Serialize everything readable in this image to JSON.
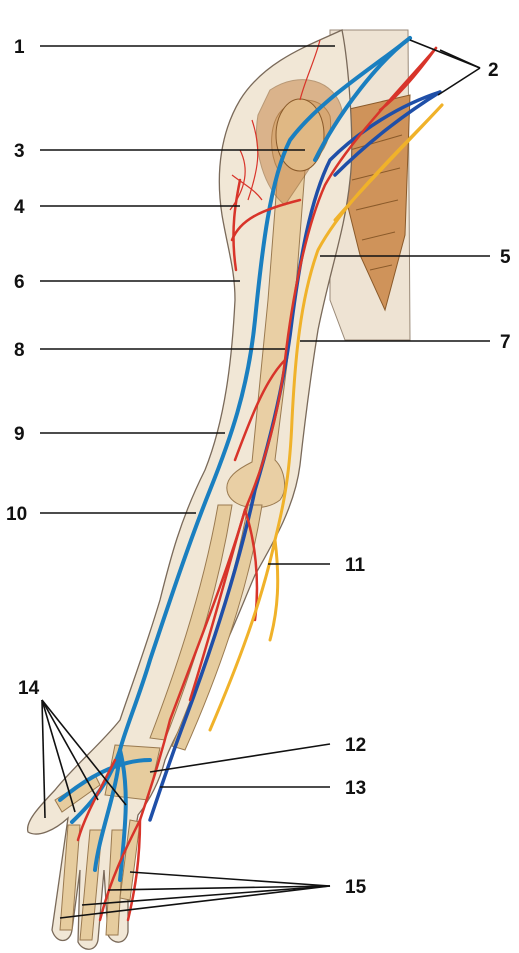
{
  "labels": {
    "l1": "1",
    "l2": "2",
    "l3": "3",
    "l4": "4",
    "l5": "5",
    "l6": "6",
    "l7": "7",
    "l8": "8",
    "l9": "9",
    "l10": "10",
    "l11": "11",
    "l12": "12",
    "l13": "13",
    "l14": "14",
    "l15": "15"
  },
  "colors": {
    "artery": "#d8342a",
    "vein": "#1a7fc0",
    "deep_vein": "#1f4fa8",
    "nerve": "#f0b22a",
    "bone": "#e9cfa4",
    "muscle": "#c98a4e",
    "skin_outline": "#7a6a5a",
    "scapula_panel": "#eee3d3"
  }
}
